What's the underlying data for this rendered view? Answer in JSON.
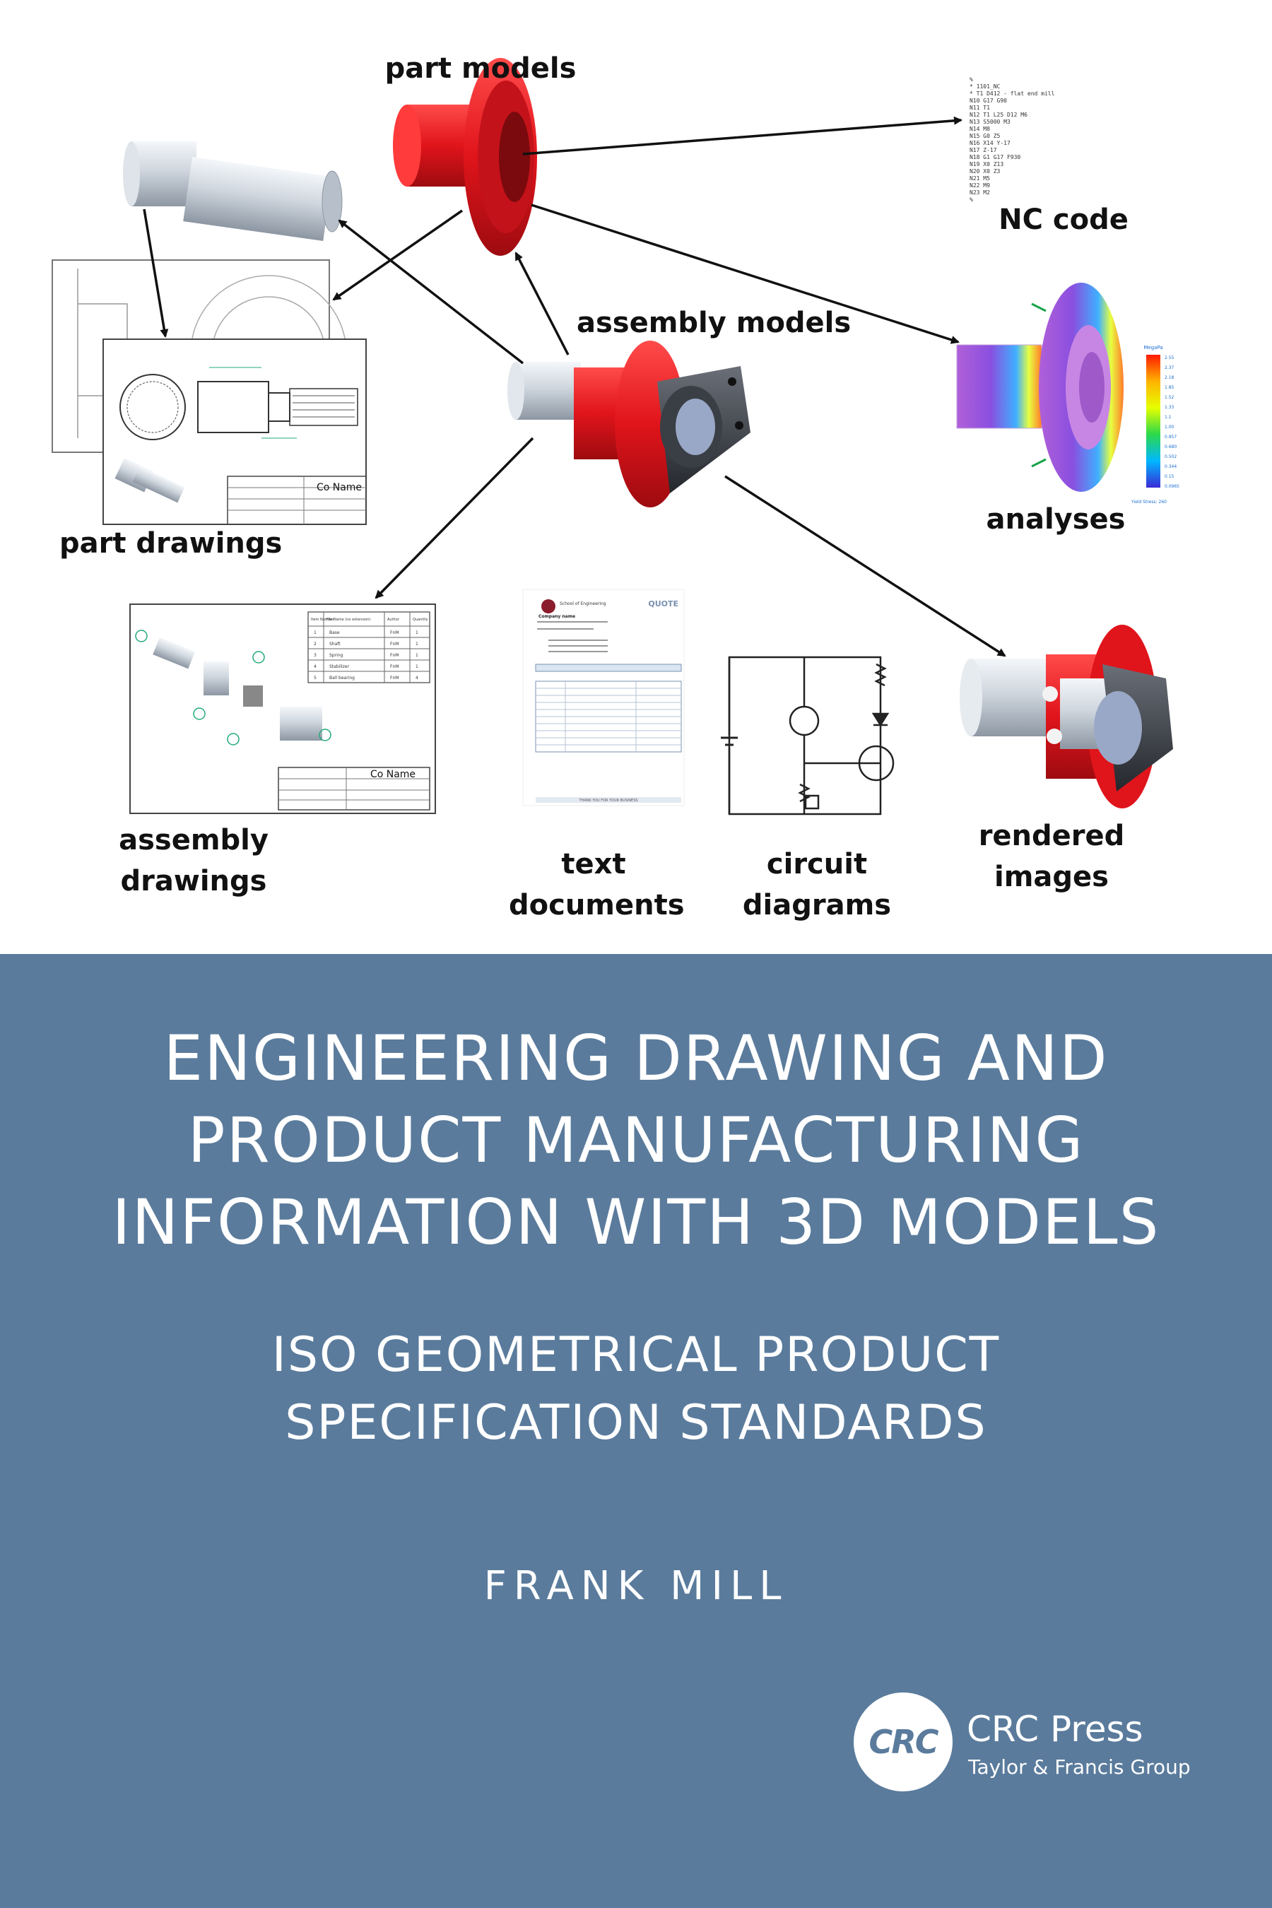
{
  "diagram": {
    "labels": {
      "part_models": "part models",
      "nc_code": "NC code",
      "assembly_models": "assembly models",
      "analyses": "analyses",
      "part_drawings": "part drawings",
      "assembly_drawings_1": "assembly",
      "assembly_drawings_2": "drawings",
      "text_documents_1": "text",
      "text_documents_2": "documents",
      "circuit_diagrams_1": "circuit",
      "circuit_diagrams_2": "diagrams",
      "rendered_images_1": "rendered",
      "rendered_images_2": "images"
    },
    "nc_lines": "%\n* 1101_NC\n* T1 D412 - flat end mill\nN10 G17 G90\nN11 T1\nN12 T1 L25 D12 M6\nN13 S5000 M3\nN14 M8\nN15 G0 Z5\nN16 X14 Y-17\nN17 Z-17\nN18 G1 G17 F930\nN19 X0 Z13\nN20 X0 Z3\nN21 M5\nN22 M9\nN23 M2\n%",
    "drawing_titleblock": "Co Name",
    "quote_heading": "QUOTE",
    "quote_company": "Company name",
    "quote_school": "School of Engineering",
    "quote_footer": "THANK YOU FOR YOUR BUSINESS",
    "parts_list": {
      "headers": [
        "Item Number",
        "File Name (no extension)",
        "Author",
        "Quantity"
      ],
      "rows": [
        [
          "1",
          "Base",
          "FnM",
          "1"
        ],
        [
          "2",
          "Shaft",
          "FnM",
          "1"
        ],
        [
          "3",
          "Spring",
          "FnM",
          "1"
        ],
        [
          "4",
          "Stabilizer",
          "FnM",
          "1"
        ],
        [
          "5",
          "Ball bearing",
          "FnM",
          "4"
        ]
      ]
    },
    "analysis_legend": {
      "unit": "MegaPa",
      "ticks": [
        "2.55",
        "2.37",
        "2.18",
        "1.85",
        "1.52",
        "1.33",
        "1.1",
        "1.00",
        "0.857",
        "0.680",
        "0.502",
        "0.344",
        "0.15",
        "0.0965"
      ],
      "footer": "Yield Stress: 260"
    },
    "colors": {
      "red": "#e0141b",
      "metal": "#c9d1db",
      "arrow": "#111111"
    }
  },
  "cover": {
    "title_lines": [
      "ENGINEERING DRAWING AND",
      "PRODUCT MANUFACTURING",
      "INFORMATION WITH 3D MODELS"
    ],
    "subtitle_lines": [
      "ISO GEOMETRICAL PRODUCT",
      "SPECIFICATION STANDARDS"
    ],
    "author": "FRANK MILL",
    "publisher": {
      "mark": "CRC",
      "name": "CRC Press",
      "group": "Taylor & Francis Group"
    },
    "band_color": "#5a7b9c"
  }
}
